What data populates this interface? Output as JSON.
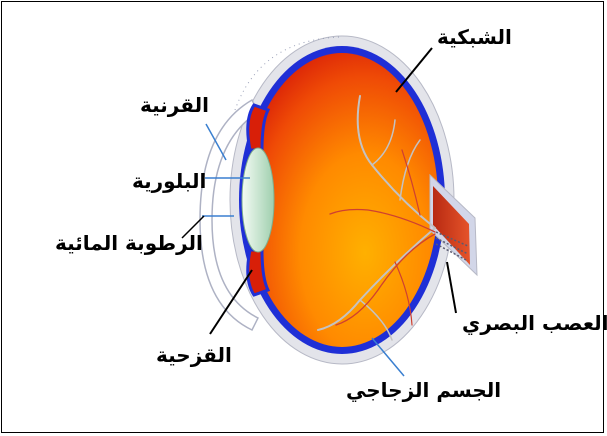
{
  "labels": {
    "retina": "الشبكية",
    "cornea": "القرنية",
    "lens": "البلورية",
    "aqueous_humor": "الرطوبة المائية",
    "iris": "القزحية",
    "optic_nerve": "العصب البصري",
    "vitreous_body": "الجسم الزجاجي"
  },
  "colors": {
    "sclera": "#e3e4ea",
    "choroid": "#1f2fd6",
    "vitreous_outer": "#d81f08",
    "vitreous_inner": "#ffb000",
    "lens": "#cfe8d3",
    "cornea": "#ffffff",
    "nerve": "#c8321a",
    "leader_blue": "#3a7fd0",
    "leader_black": "#000000"
  }
}
